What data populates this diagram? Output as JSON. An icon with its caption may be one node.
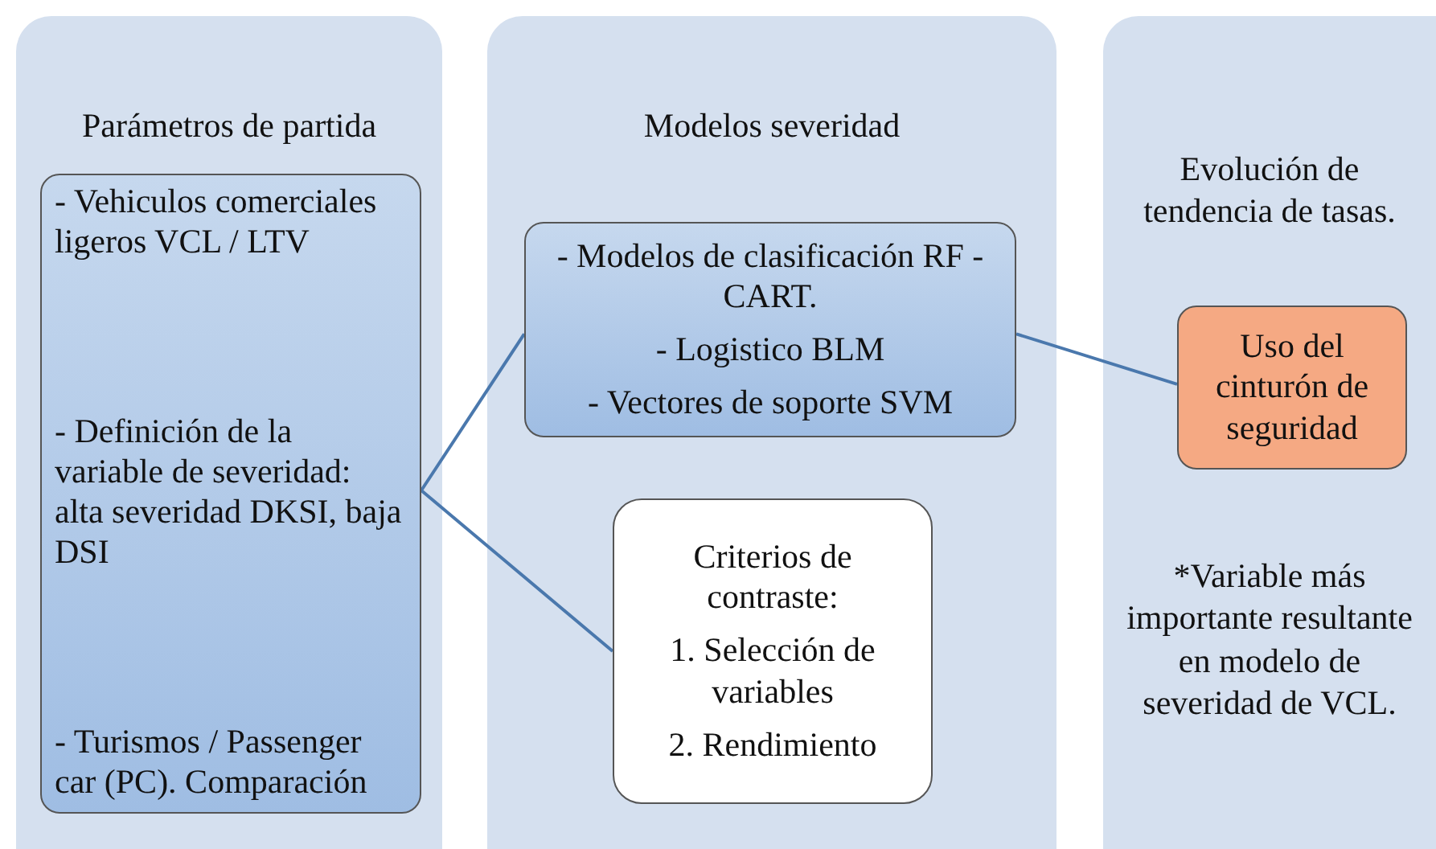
{
  "diagram": {
    "nodes": [
      {
        "text": [
          "Parámetros de partida"
        ]
      },
      {
        "text": [
          "- Vehiculos comerciales ligeros VCL / LTV",
          "- Definición de la variable de severidad: alta severidad DKSI, baja DSI",
          "- Turismos / Passenger car (PC). Comparación"
        ],
        "in": 0
      },
      {
        "text": [
          "Modelos severidad"
        ]
      },
      {
        "text": [
          "- Modelos de clasificación RF - CART.",
          "- Logistico BLM",
          "- Vectores de soporte SVM"
        ],
        "in": 2
      },
      {
        "text": [
          "Criterios de contraste:",
          "1. Selección de variables",
          "2. Rendimiento"
        ],
        "in": 2
      },
      {
        "text": [
          "Evolución de tendencia de tasas.",
          "*Variable más importante resultante en modelo de severidad de VCL."
        ]
      },
      {
        "text": [
          "Uso del cinturón de seguridad"
        ],
        "in": 5
      }
    ],
    "edges": [
      {
        "from": 1,
        "to": 3,
        "arrow": "none"
      },
      {
        "from": 1,
        "to": 4,
        "arrow": "none"
      },
      {
        "from": 3,
        "to": 6,
        "arrow": "none"
      }
    ]
  }
}
